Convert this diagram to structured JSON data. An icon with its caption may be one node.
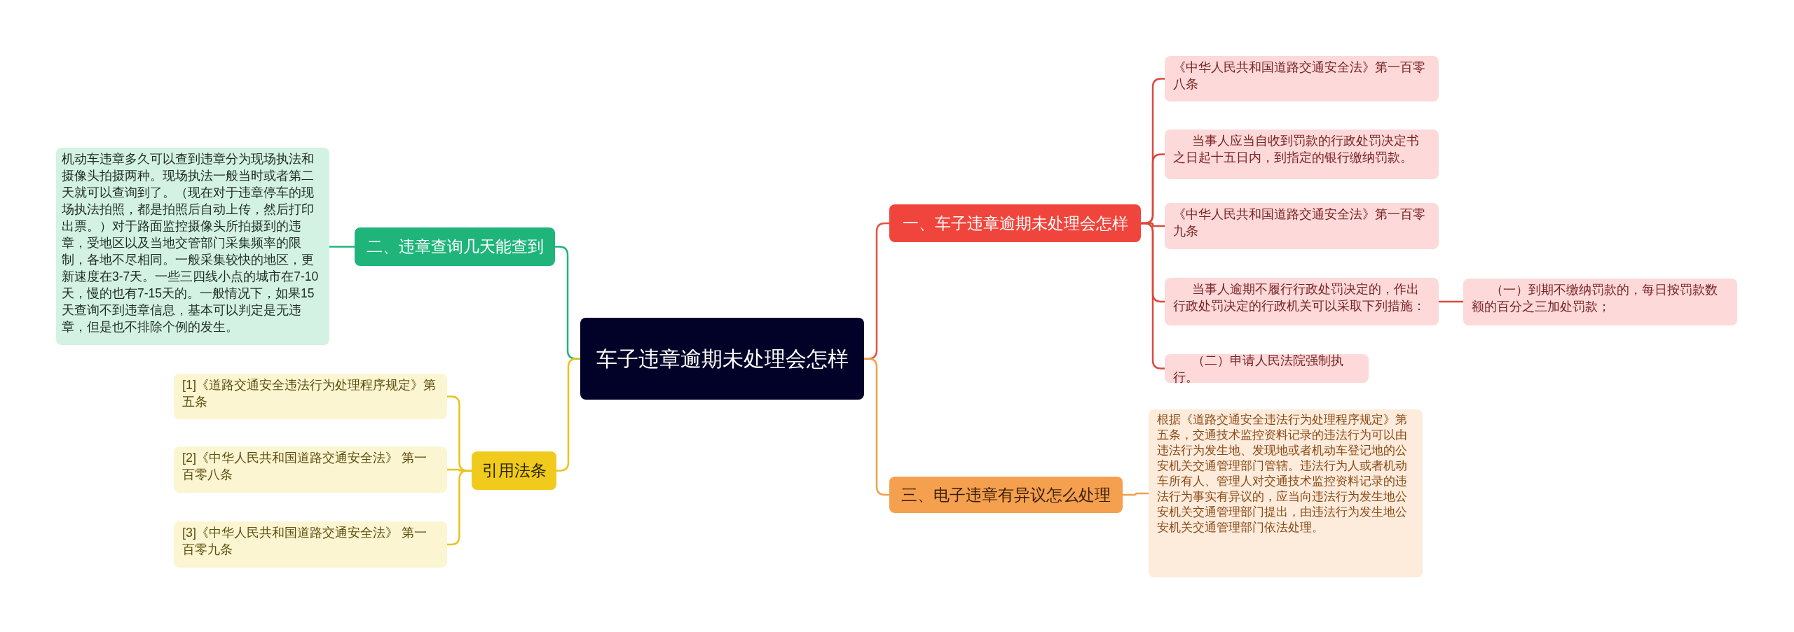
{
  "diagram": {
    "nodes": [
      {
        "text": [
          "车子违章逾期未处理会怎样"
        ]
      },
      {
        "text": [
          "二、违章查询几天能查到"
        ]
      },
      {
        "text": [
          "机动车违章多久可以查到违章分为现场执法和摄像头拍摄两种。现场执法一般当时或者第二天就可以查询到了。（现在对于违章停车的现场执法拍照，都是拍照后自动上传，然后打印出票。）对于路面监控摄像头所拍摄到的违章，受地区以及当地交管部门采集频率的限制，各地不尽相同。一般采集较快的地区，更新速度在3-7天。一些三四线小点的城市在7-10天，慢的也有7-15天的。一般情况下，如果15天查询不到违章信息，基本可以判定是无违章，但是也不排除个例的发生。"
        ]
      },
      {
        "text": [
          "引用法条"
        ]
      },
      {
        "text": [
          "[1]《道路交通安全违法行为处理程序规定》第五条"
        ]
      },
      {
        "text": [
          "[2]《中华人民共和国道路交通安全法》 第一百零八条"
        ]
      },
      {
        "text": [
          "[3]《中华人民共和国道路交通安全法》 第一百零九条"
        ]
      },
      {
        "text": [
          "一、车子违章逾期未处理会怎样"
        ]
      },
      {
        "text": [
          "《中华人民共和国道路交通安全法》第一百零八条"
        ]
      },
      {
        "text": [
          "当事人应当自收到罚款的行政处罚决定书之日起十五日内，到指定的银行缴纳罚款。"
        ]
      },
      {
        "text": [
          "《中华人民共和国道路交通安全法》第一百零九条"
        ]
      },
      {
        "text": [
          "当事人逾期不履行行政处罚决定的，作出行政处罚决定的行政机关可以采取下列措施："
        ]
      },
      {
        "text": [
          "（二）申请人民法院强制执行。"
        ]
      },
      {
        "text": [
          "（一）到期不缴纳罚款的，每日按罚款数额的百分之三加处罚款；"
        ]
      },
      {
        "text": [
          "三、电子违章有异议怎么处理"
        ]
      },
      {
        "text": [
          "根据《道路交通安全违法行为处理程序规定》第五条，交通技术监控资料记录的违法行为可以由违法行为发生地、发现地或者机动车登记地的公安机关交通管理部门管辖。违法行为人或者机动车所有人、管理人对交通技术监控资料记录的违法行为事实有异议的，应当向违法行为发生地公安机关交通管理部门提出，由违法行为发生地公安机关交通管理部门依法处理。"
        ]
      }
    ],
    "edges": [
      {
        "from": 0,
        "to": 7,
        "arrow": "none",
        "color": "#e8523f"
      },
      {
        "from": 0,
        "to": 14,
        "arrow": "none",
        "color": "#f0a050"
      },
      {
        "from": 0,
        "to": 1,
        "arrow": "none",
        "color": "#1fb57a"
      },
      {
        "from": 0,
        "to": 3,
        "arrow": "none",
        "color": "#e8c41c"
      },
      {
        "from": 1,
        "to": 2,
        "arrow": "none",
        "color": "#1fb57a"
      },
      {
        "from": 3,
        "to": 4,
        "arrow": "none",
        "color": "#e8c41c"
      },
      {
        "from": 3,
        "to": 5,
        "arrow": "none",
        "color": "#e8c41c"
      },
      {
        "from": 3,
        "to": 6,
        "arrow": "none",
        "color": "#e8c41c"
      },
      {
        "from": 7,
        "to": 8,
        "arrow": "none",
        "color": "#d94a3e"
      },
      {
        "from": 7,
        "to": 9,
        "arrow": "none",
        "color": "#d94a3e"
      },
      {
        "from": 7,
        "to": 10,
        "arrow": "none",
        "color": "#d94a3e"
      },
      {
        "from": 7,
        "to": 11,
        "arrow": "none",
        "color": "#d94a3e"
      },
      {
        "from": 7,
        "to": 12,
        "arrow": "none",
        "color": "#d94a3e"
      },
      {
        "from": 11,
        "to": 13,
        "arrow": "none",
        "color": "#d94a3e"
      },
      {
        "from": 14,
        "to": 15,
        "arrow": "none",
        "color": "#f0a050"
      }
    ]
  }
}
